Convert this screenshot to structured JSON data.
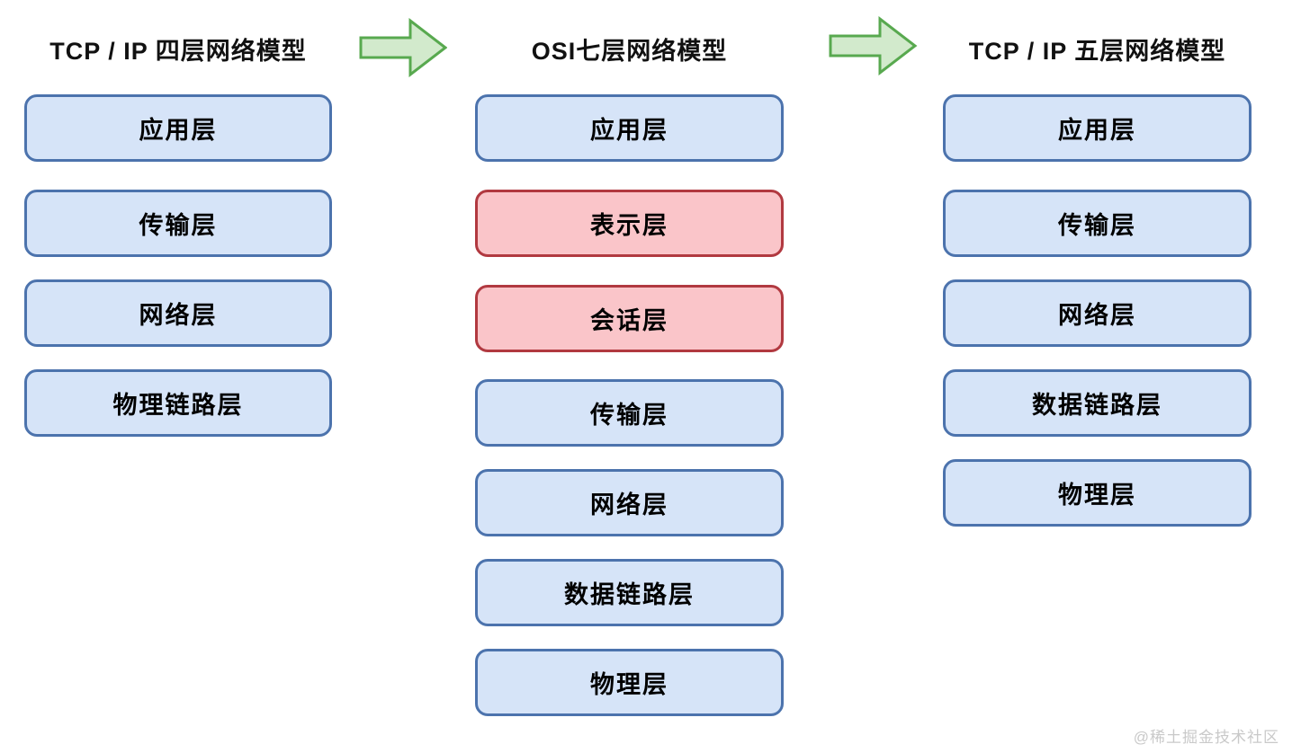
{
  "diagram": {
    "columns": [
      {
        "title": "TCP / IP 四层网络模型",
        "layers": [
          {
            "label": "应用层",
            "color": "blue"
          },
          {
            "label": "传输层",
            "color": "blue"
          },
          {
            "label": "网络层",
            "color": "blue"
          },
          {
            "label": "物理链路层",
            "color": "blue"
          }
        ]
      },
      {
        "title": "OSI七层网络模型",
        "layers": [
          {
            "label": "应用层",
            "color": "blue"
          },
          {
            "label": "表示层",
            "color": "red"
          },
          {
            "label": "会话层",
            "color": "red"
          },
          {
            "label": "传输层",
            "color": "blue"
          },
          {
            "label": "网络层",
            "color": "blue"
          },
          {
            "label": "数据链路层",
            "color": "blue"
          },
          {
            "label": "物理层",
            "color": "blue"
          }
        ]
      },
      {
        "title": "TCP / IP 五层网络模型",
        "layers": [
          {
            "label": "应用层",
            "color": "blue"
          },
          {
            "label": "传输层",
            "color": "blue"
          },
          {
            "label": "网络层",
            "color": "blue"
          },
          {
            "label": "数据链路层",
            "color": "blue"
          },
          {
            "label": "物理层",
            "color": "blue"
          }
        ]
      }
    ],
    "arrows": [
      {
        "name": "arrow-tcpip4-to-osi7",
        "direction": "right"
      },
      {
        "name": "arrow-osi7-to-tcpip5",
        "direction": "right"
      }
    ],
    "colors": {
      "blue_fill": "#d6e4f8",
      "blue_border": "#4c73ad",
      "red_fill": "#fac5c9",
      "red_border": "#b13940",
      "arrow_fill": "#d2eacc",
      "arrow_border": "#58a94f",
      "watermark_text": "#c9c9c9"
    },
    "watermark": "@稀土掘金技术社区"
  }
}
